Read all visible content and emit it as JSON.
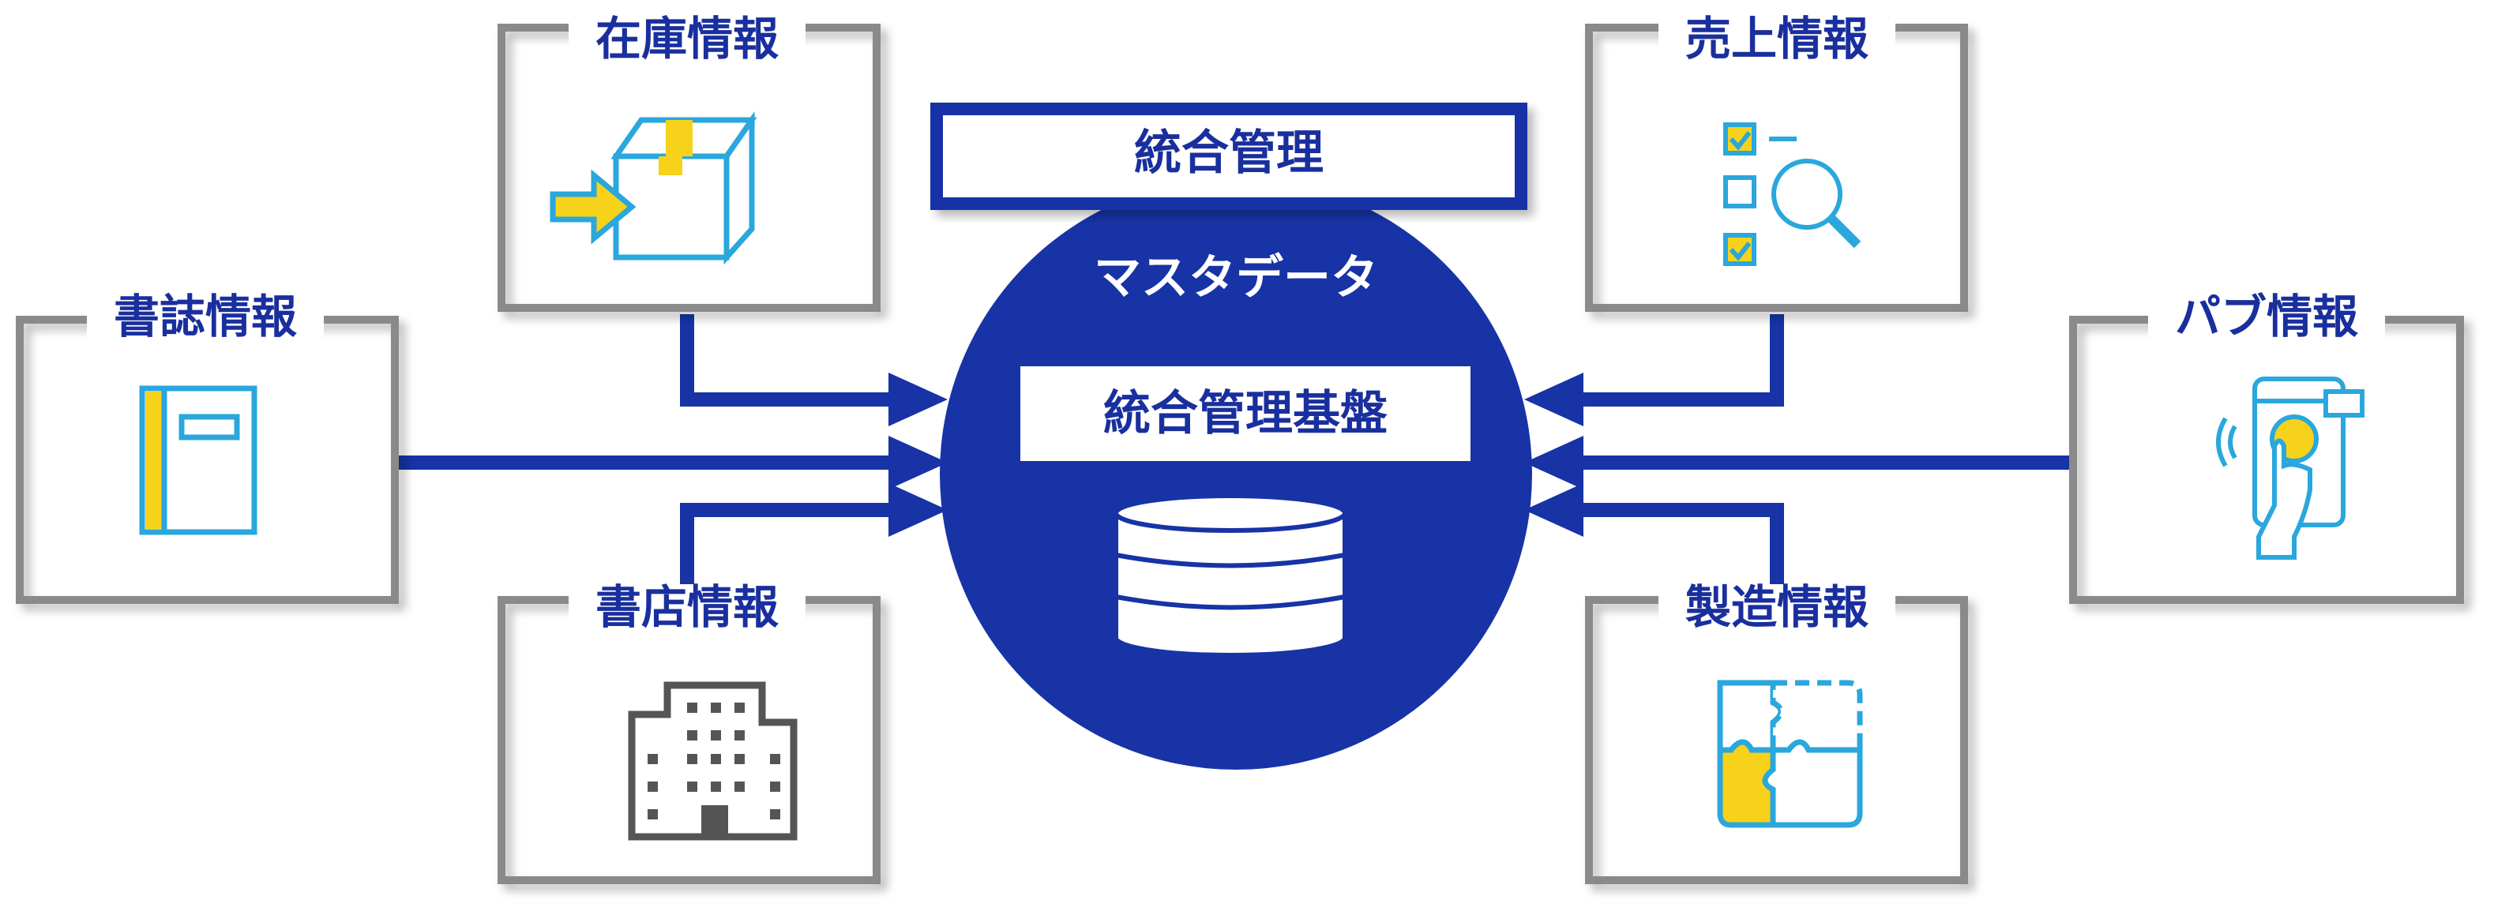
{
  "colors": {
    "navy": "#1733a6",
    "frame_gray": "#8a8a8a",
    "icon_blue": "#2aa7dc",
    "icon_yellow": "#f7d21a",
    "dark_gray": "#555555"
  },
  "center": {
    "header_label": "統合管理",
    "circle_title": "マスタデータ",
    "platform_label": "統合管理基盤",
    "icon": "database-icon"
  },
  "nodes": {
    "bibliographic": {
      "label": "書誌情報",
      "icon": "book-icon"
    },
    "inventory": {
      "label": "在庫情報",
      "icon": "box-arrow-icon"
    },
    "bookstore": {
      "label": "書店情報",
      "icon": "building-icon"
    },
    "sales": {
      "label": "売上情報",
      "icon": "checklist-magnifier-icon"
    },
    "pub": {
      "label": "パブ情報",
      "icon": "smartphone-touch-icon"
    },
    "manufacturing": {
      "label": "製造情報",
      "icon": "puzzle-icon"
    }
  }
}
